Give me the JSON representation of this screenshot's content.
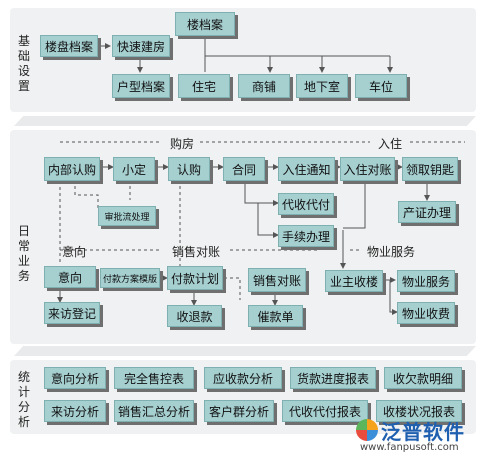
{
  "sections": [
    {
      "label": "基础设置"
    },
    {
      "label": "日常业务"
    },
    {
      "label": "统计分析"
    }
  ],
  "basic": {
    "n_loupan": "楼盘档案",
    "n_kuaisu": "快速建房",
    "n_louda": "楼档案",
    "n_huxing": "户型档案",
    "n_zhuzhai": "住宅",
    "n_shangpu": "商铺",
    "n_dixiashi": "地下室",
    "n_chewei": "车位"
  },
  "daily": {
    "l_goufang": "购房",
    "l_ruzhu": "入住",
    "l_yixiang": "意向",
    "l_xiaoshou": "销售对账",
    "l_wuye": "物业服务",
    "n_neibu": "内部认购",
    "n_xiaoding": "小定",
    "n_rengou": "认购",
    "n_hetong": "合同",
    "n_ruzhutongzhi": "入住通知",
    "n_ruzhuduizhang": "入住对账",
    "n_lingqu": "领取钥匙",
    "n_shenpi": "审批流处理",
    "n_daishou": "代收代付",
    "n_shouxu": "手续办理",
    "n_chanzheng": "产证办理",
    "n_yixiang": "意向",
    "n_fukuanmoban": "付款方案模版",
    "n_fukuanjihua": "付款计划",
    "n_xiaoshouduizhang": "销售对账",
    "n_zhuloushou": "业主收楼",
    "n_wuyefuwu": "物业服务",
    "n_laifang": "来访登记",
    "n_shoutui": "收退款",
    "n_cuikuan": "催款单",
    "n_wuyeshoufei": "物业收费"
  },
  "stats": {
    "row1": [
      "意向分析",
      "完全售控表",
      "应收款分析",
      "货款进度报表",
      "收欠款明细"
    ],
    "row2": [
      "来访分析",
      "销售汇总分析",
      "客户群分析",
      "代收代付报表",
      "收楼状况报表"
    ]
  },
  "logo": {
    "name": "泛普软件",
    "url": "www.fanpusoft.com"
  }
}
